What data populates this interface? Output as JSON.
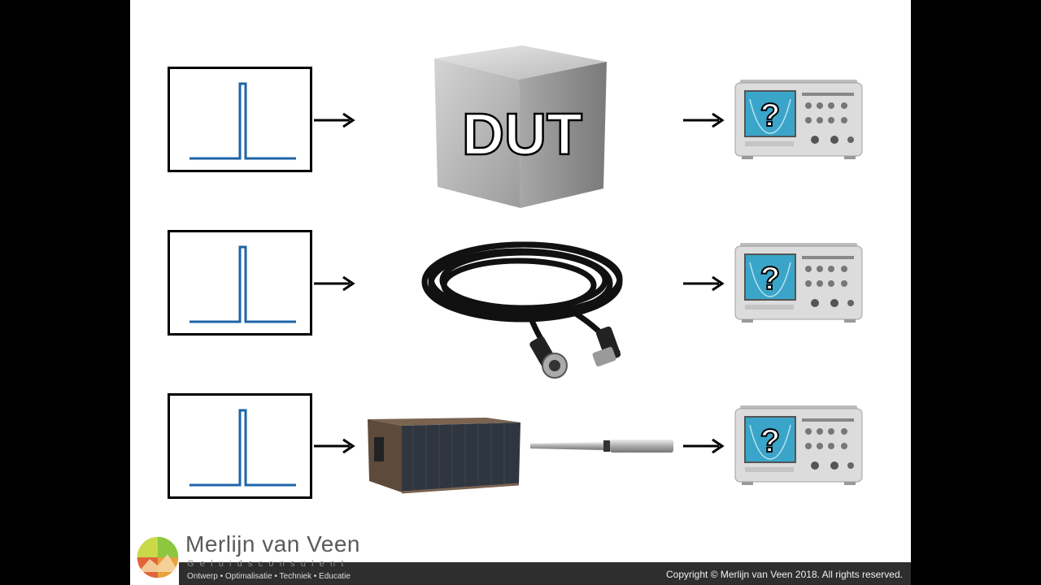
{
  "slide": {
    "cube_label": "DUT",
    "scope_label": "?"
  },
  "footer": {
    "brand_name": "Merlijn van Veen",
    "brand_subtitle": "Geluidsconsulent",
    "brand_tagline": "Ontwerp • Optimalisatie • Techniek • Educatie",
    "copyright": "Copyright © Merlijn van Veen 2018. All rights reserved."
  },
  "colors": {
    "pulse": "#1e64a8",
    "screen": "#3ba5c9",
    "footer_bar": "#2e2e2e"
  }
}
